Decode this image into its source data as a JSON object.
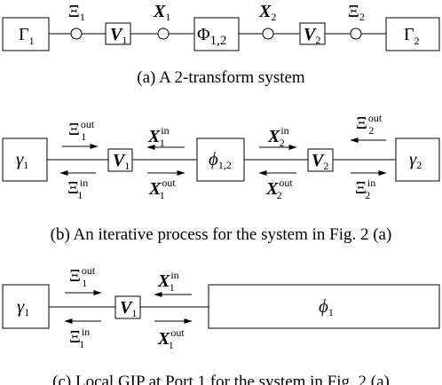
{
  "captions": {
    "a": "(a)  A 2-transform system",
    "b": "(b)  An iterative process for the system in Fig. 2 (a)",
    "c": "(c)  Local GIP at Port 1 for the system in Fig. 2 (a)"
  },
  "panel_a": {
    "gamma1": {
      "base": "Γ",
      "sub": "1"
    },
    "node1": {
      "base": "Ξ",
      "sub": "1"
    },
    "v1": {
      "base": "V",
      "sub": "1"
    },
    "x1": {
      "base": "X",
      "sub": "1"
    },
    "phi": {
      "base": "Φ",
      "sub": "1,2"
    },
    "x2": {
      "base": "X",
      "sub": "2"
    },
    "v2": {
      "base": "V",
      "sub": "2"
    },
    "node2": {
      "base": "Ξ",
      "sub": "2"
    },
    "gamma2": {
      "base": "Γ",
      "sub": "2"
    }
  },
  "panel_b": {
    "gamma1": {
      "base": "γ",
      "sub": "1"
    },
    "xi_out1": {
      "base": "Ξ",
      "sub": "1",
      "sup": "out"
    },
    "xi_in1": {
      "base": "Ξ",
      "sub": "1",
      "sup": "in"
    },
    "v1": {
      "base": "V",
      "sub": "1"
    },
    "x_in1": {
      "base": "X",
      "sub": "1",
      "sup": "in"
    },
    "x_out1": {
      "base": "X",
      "sub": "1",
      "sup": "out"
    },
    "phi": {
      "base": "ϕ",
      "sub": "1,2"
    },
    "x_in2": {
      "base": "X",
      "sub": "2",
      "sup": "in"
    },
    "x_out2": {
      "base": "X",
      "sub": "2",
      "sup": "out"
    },
    "v2": {
      "base": "V",
      "sub": "2"
    },
    "xi_out2": {
      "base": "Ξ",
      "sub": "2",
      "sup": "out"
    },
    "xi_in2": {
      "base": "Ξ",
      "sub": "2",
      "sup": "in"
    },
    "gamma2": {
      "base": "γ",
      "sub": "2"
    }
  },
  "panel_c": {
    "gamma1": {
      "base": "γ",
      "sub": "1"
    },
    "xi_out1": {
      "base": "Ξ",
      "sub": "1",
      "sup": "out"
    },
    "xi_in1": {
      "base": "Ξ",
      "sub": "1",
      "sup": "in"
    },
    "v1": {
      "base": "V",
      "sub": "1"
    },
    "x_in1": {
      "base": "X",
      "sub": "1",
      "sup": "in"
    },
    "x_out1": {
      "base": "X",
      "sub": "1",
      "sup": "out"
    },
    "phi": {
      "base": "ϕ",
      "sub": "1"
    }
  }
}
